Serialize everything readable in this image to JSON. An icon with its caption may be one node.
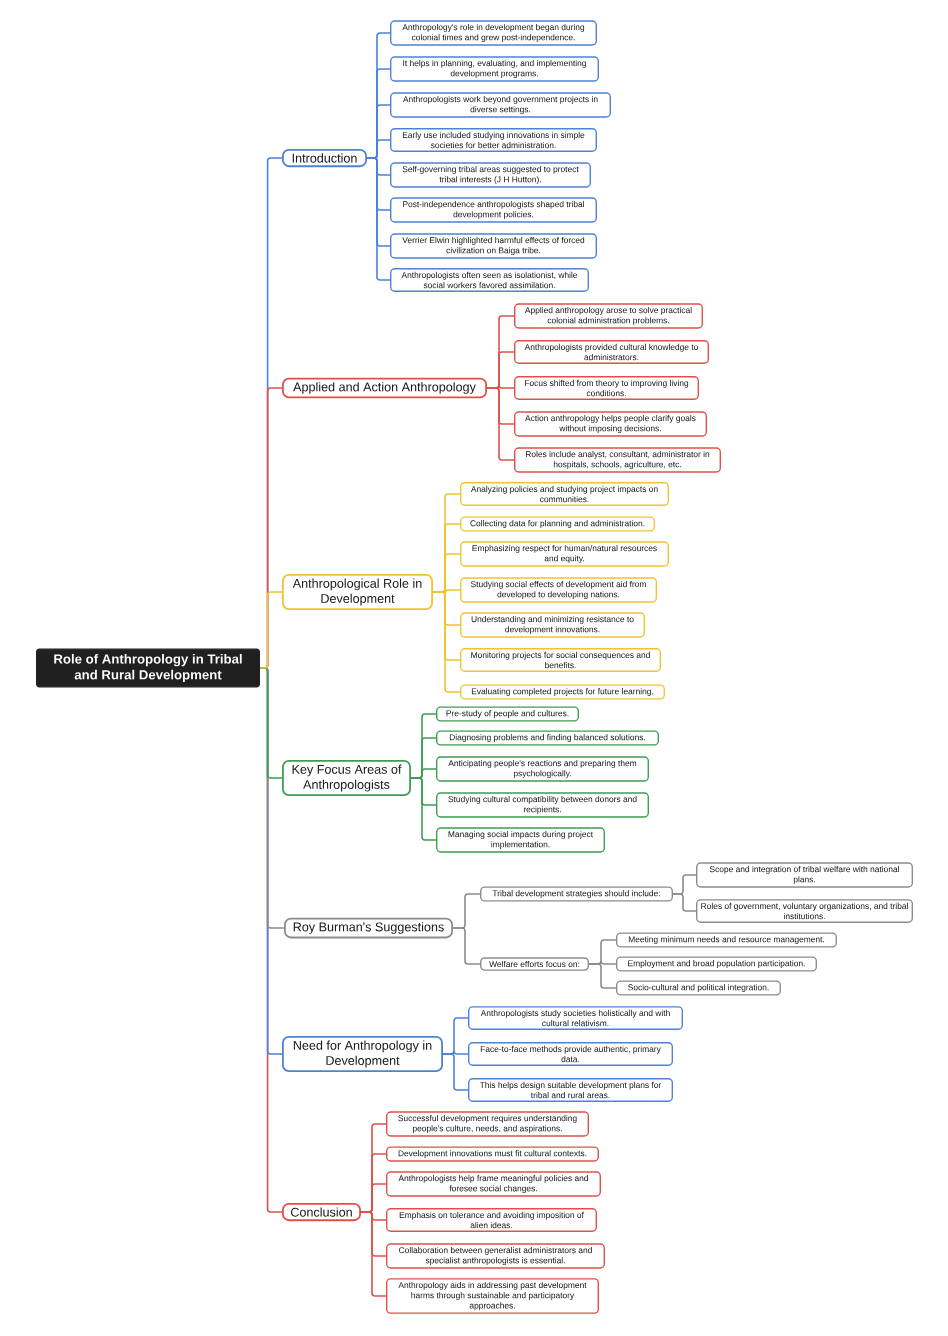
{
  "diagram": {
    "nodes": [
      {
        "text": [
          "Role of Anthropology in Tribal and Rural Development"
        ]
      },
      {
        "text": [
          "Introduction"
        ]
      },
      {
        "text": [
          "Anthropology's role in development began during colonial times and grew post-independence."
        ]
      },
      {
        "text": [
          "It helps in planning, evaluating, and implementing development programs."
        ]
      },
      {
        "text": [
          "Anthropologists work beyond government projects in diverse settings."
        ]
      },
      {
        "text": [
          "Early use included studying innovations in simple societies for better administration."
        ]
      },
      {
        "text": [
          "Self-governing tribal areas suggested to protect tribal interests (J H Hutton)."
        ]
      },
      {
        "text": [
          "Post-independence anthropologists shaped tribal development policies."
        ]
      },
      {
        "text": [
          "Verrier Elwin highlighted harmful effects of forced civilization on Baiga tribe."
        ]
      },
      {
        "text": [
          "Anthropologists often seen as isolationist, while social workers favored assimilation."
        ]
      },
      {
        "text": [
          "Applied and Action Anthropology"
        ]
      },
      {
        "text": [
          "Applied anthropology arose to solve practical colonial administration problems."
        ]
      },
      {
        "text": [
          "Anthropologists provided cultural knowledge to administrators."
        ]
      },
      {
        "text": [
          "Focus shifted from theory to improving living conditions."
        ]
      },
      {
        "text": [
          "Action anthropology helps people clarify goals without imposing decisions."
        ]
      },
      {
        "text": [
          "Roles include analyst, consultant, administrator in hospitals, schools, agriculture, etc."
        ]
      },
      {
        "text": [
          "Anthropological Role in Development"
        ]
      },
      {
        "text": [
          "Analyzing policies and studying project impacts on communities."
        ]
      },
      {
        "text": [
          "Collecting data for planning and administration."
        ]
      },
      {
        "text": [
          "Emphasizing respect for human/natural resources and equity."
        ]
      },
      {
        "text": [
          "Studying social effects of development aid from developed to developing nations."
        ]
      },
      {
        "text": [
          "Understanding and minimizing resistance to development innovations."
        ]
      },
      {
        "text": [
          "Monitoring projects for social consequences and benefits."
        ]
      },
      {
        "text": [
          "Evaluating completed projects for future learning."
        ]
      },
      {
        "text": [
          "Key Focus Areas of Anthropologists"
        ]
      },
      {
        "text": [
          "Pre-study of people and cultures."
        ]
      },
      {
        "text": [
          "Diagnosing problems and finding balanced solutions."
        ]
      },
      {
        "text": [
          "Anticipating people's reactions and preparing them psychologically."
        ]
      },
      {
        "text": [
          "Studying cultural compatibility between donors and recipients."
        ]
      },
      {
        "text": [
          "Managing social impacts during project implementation."
        ]
      },
      {
        "text": [
          "Roy Burman's Suggestions"
        ]
      },
      {
        "text": [
          "Tribal development strategies should include:"
        ]
      },
      {
        "text": [
          "Scope and integration of tribal welfare with national plans."
        ]
      },
      {
        "text": [
          "Roles of government, voluntary organizations, and tribal institutions."
        ]
      },
      {
        "text": [
          "Welfare efforts focus on:"
        ]
      },
      {
        "text": [
          "Meeting minimum needs and resource management."
        ]
      },
      {
        "text": [
          "Employment and broad population participation."
        ]
      },
      {
        "text": [
          "Socio-cultural and political integration."
        ]
      },
      {
        "text": [
          "Need for Anthropology in Development"
        ]
      },
      {
        "text": [
          "Anthropologists study societies holistically and with cultural relativism."
        ]
      },
      {
        "text": [
          "Face-to-face methods provide authentic, primary data."
        ]
      },
      {
        "text": [
          "This helps design suitable development plans for tribal and rural areas."
        ]
      },
      {
        "text": [
          "Conclusion"
        ]
      },
      {
        "text": [
          "Successful development requires understanding people's culture, needs, and aspirations."
        ]
      },
      {
        "text": [
          "Development innovations must fit cultural contexts."
        ]
      },
      {
        "text": [
          "Anthropologists help frame meaningful policies and foresee social changes."
        ]
      },
      {
        "text": [
          "Emphasis on tolerance and avoiding imposition of alien ideas."
        ]
      },
      {
        "text": [
          "Collaboration between generalist administrators and specialist anthropologists is essential."
        ]
      },
      {
        "text": [
          "Anthropology aids in addressing past development harms through sustainable and participatory approaches."
        ]
      }
    ],
    "edges": [
      {
        "from": 0,
        "to": 1,
        "arrow": "none",
        "color": "#4f81d6"
      },
      {
        "from": 1,
        "to": 2,
        "arrow": "none",
        "color": "#4f81d6"
      },
      {
        "from": 1,
        "to": 3,
        "arrow": "none",
        "color": "#4f81d6"
      },
      {
        "from": 1,
        "to": 4,
        "arrow": "none",
        "color": "#4f81d6"
      },
      {
        "from": 1,
        "to": 5,
        "arrow": "none",
        "color": "#4f81d6"
      },
      {
        "from": 1,
        "to": 6,
        "arrow": "none",
        "color": "#4f81d6"
      },
      {
        "from": 1,
        "to": 7,
        "arrow": "none",
        "color": "#4f81d6"
      },
      {
        "from": 1,
        "to": 8,
        "arrow": "none",
        "color": "#4f81d6"
      },
      {
        "from": 1,
        "to": 9,
        "arrow": "none",
        "color": "#4f81d6"
      },
      {
        "from": 0,
        "to": 10,
        "arrow": "none",
        "color": "#e0504a"
      },
      {
        "from": 10,
        "to": 11,
        "arrow": "none",
        "color": "#e0504a"
      },
      {
        "from": 10,
        "to": 12,
        "arrow": "none",
        "color": "#e0504a"
      },
      {
        "from": 10,
        "to": 13,
        "arrow": "none",
        "color": "#e0504a"
      },
      {
        "from": 10,
        "to": 14,
        "arrow": "none",
        "color": "#e0504a"
      },
      {
        "from": 10,
        "to": 15,
        "arrow": "none",
        "color": "#e0504a"
      },
      {
        "from": 0,
        "to": 16,
        "arrow": "none",
        "color": "#f1c232"
      },
      {
        "from": 16,
        "to": 17,
        "arrow": "none",
        "color": "#f1c232"
      },
      {
        "from": 16,
        "to": 18,
        "arrow": "none",
        "color": "#f1c232"
      },
      {
        "from": 16,
        "to": 19,
        "arrow": "none",
        "color": "#f1c232"
      },
      {
        "from": 16,
        "to": 20,
        "arrow": "none",
        "color": "#f1c232"
      },
      {
        "from": 16,
        "to": 21,
        "arrow": "none",
        "color": "#f1c232"
      },
      {
        "from": 16,
        "to": 22,
        "arrow": "none",
        "color": "#f1c232"
      },
      {
        "from": 16,
        "to": 23,
        "arrow": "none",
        "color": "#f1c232"
      },
      {
        "from": 0,
        "to": 24,
        "arrow": "none",
        "color": "#3d9e54"
      },
      {
        "from": 24,
        "to": 25,
        "arrow": "none",
        "color": "#3d9e54"
      },
      {
        "from": 24,
        "to": 26,
        "arrow": "none",
        "color": "#3d9e54"
      },
      {
        "from": 24,
        "to": 27,
        "arrow": "none",
        "color": "#3d9e54"
      },
      {
        "from": 24,
        "to": 28,
        "arrow": "none",
        "color": "#3d9e54"
      },
      {
        "from": 24,
        "to": 29,
        "arrow": "none",
        "color": "#3d9e54"
      },
      {
        "from": 0,
        "to": 30,
        "arrow": "none",
        "color": "#8c8c8c"
      },
      {
        "from": 30,
        "to": 31,
        "arrow": "none",
        "color": "#8c8c8c"
      },
      {
        "from": 31,
        "to": 32,
        "arrow": "none",
        "color": "#8c8c8c"
      },
      {
        "from": 31,
        "to": 33,
        "arrow": "none",
        "color": "#8c8c8c"
      },
      {
        "from": 30,
        "to": 34,
        "arrow": "none",
        "color": "#8c8c8c"
      },
      {
        "from": 34,
        "to": 35,
        "arrow": "none",
        "color": "#8c8c8c"
      },
      {
        "from": 34,
        "to": 36,
        "arrow": "none",
        "color": "#8c8c8c"
      },
      {
        "from": 34,
        "to": 37,
        "arrow": "none",
        "color": "#8c8c8c"
      },
      {
        "from": 0,
        "to": 38,
        "arrow": "none",
        "color": "#4f81d6"
      },
      {
        "from": 38,
        "to": 39,
        "arrow": "none",
        "color": "#4f81d6"
      },
      {
        "from": 38,
        "to": 40,
        "arrow": "none",
        "color": "#4f81d6"
      },
      {
        "from": 38,
        "to": 41,
        "arrow": "none",
        "color": "#4f81d6"
      },
      {
        "from": 0,
        "to": 42,
        "arrow": "none",
        "color": "#e0504a"
      },
      {
        "from": 42,
        "to": 43,
        "arrow": "none",
        "color": "#e0504a"
      },
      {
        "from": 42,
        "to": 44,
        "arrow": "none",
        "color": "#e0504a"
      },
      {
        "from": 42,
        "to": 45,
        "arrow": "none",
        "color": "#e0504a"
      },
      {
        "from": 42,
        "to": 46,
        "arrow": "none",
        "color": "#e0504a"
      },
      {
        "from": 42,
        "to": 47,
        "arrow": "none",
        "color": "#e0504a"
      },
      {
        "from": 42,
        "to": 48,
        "arrow": "none",
        "color": "#e0504a"
      }
    ]
  }
}
